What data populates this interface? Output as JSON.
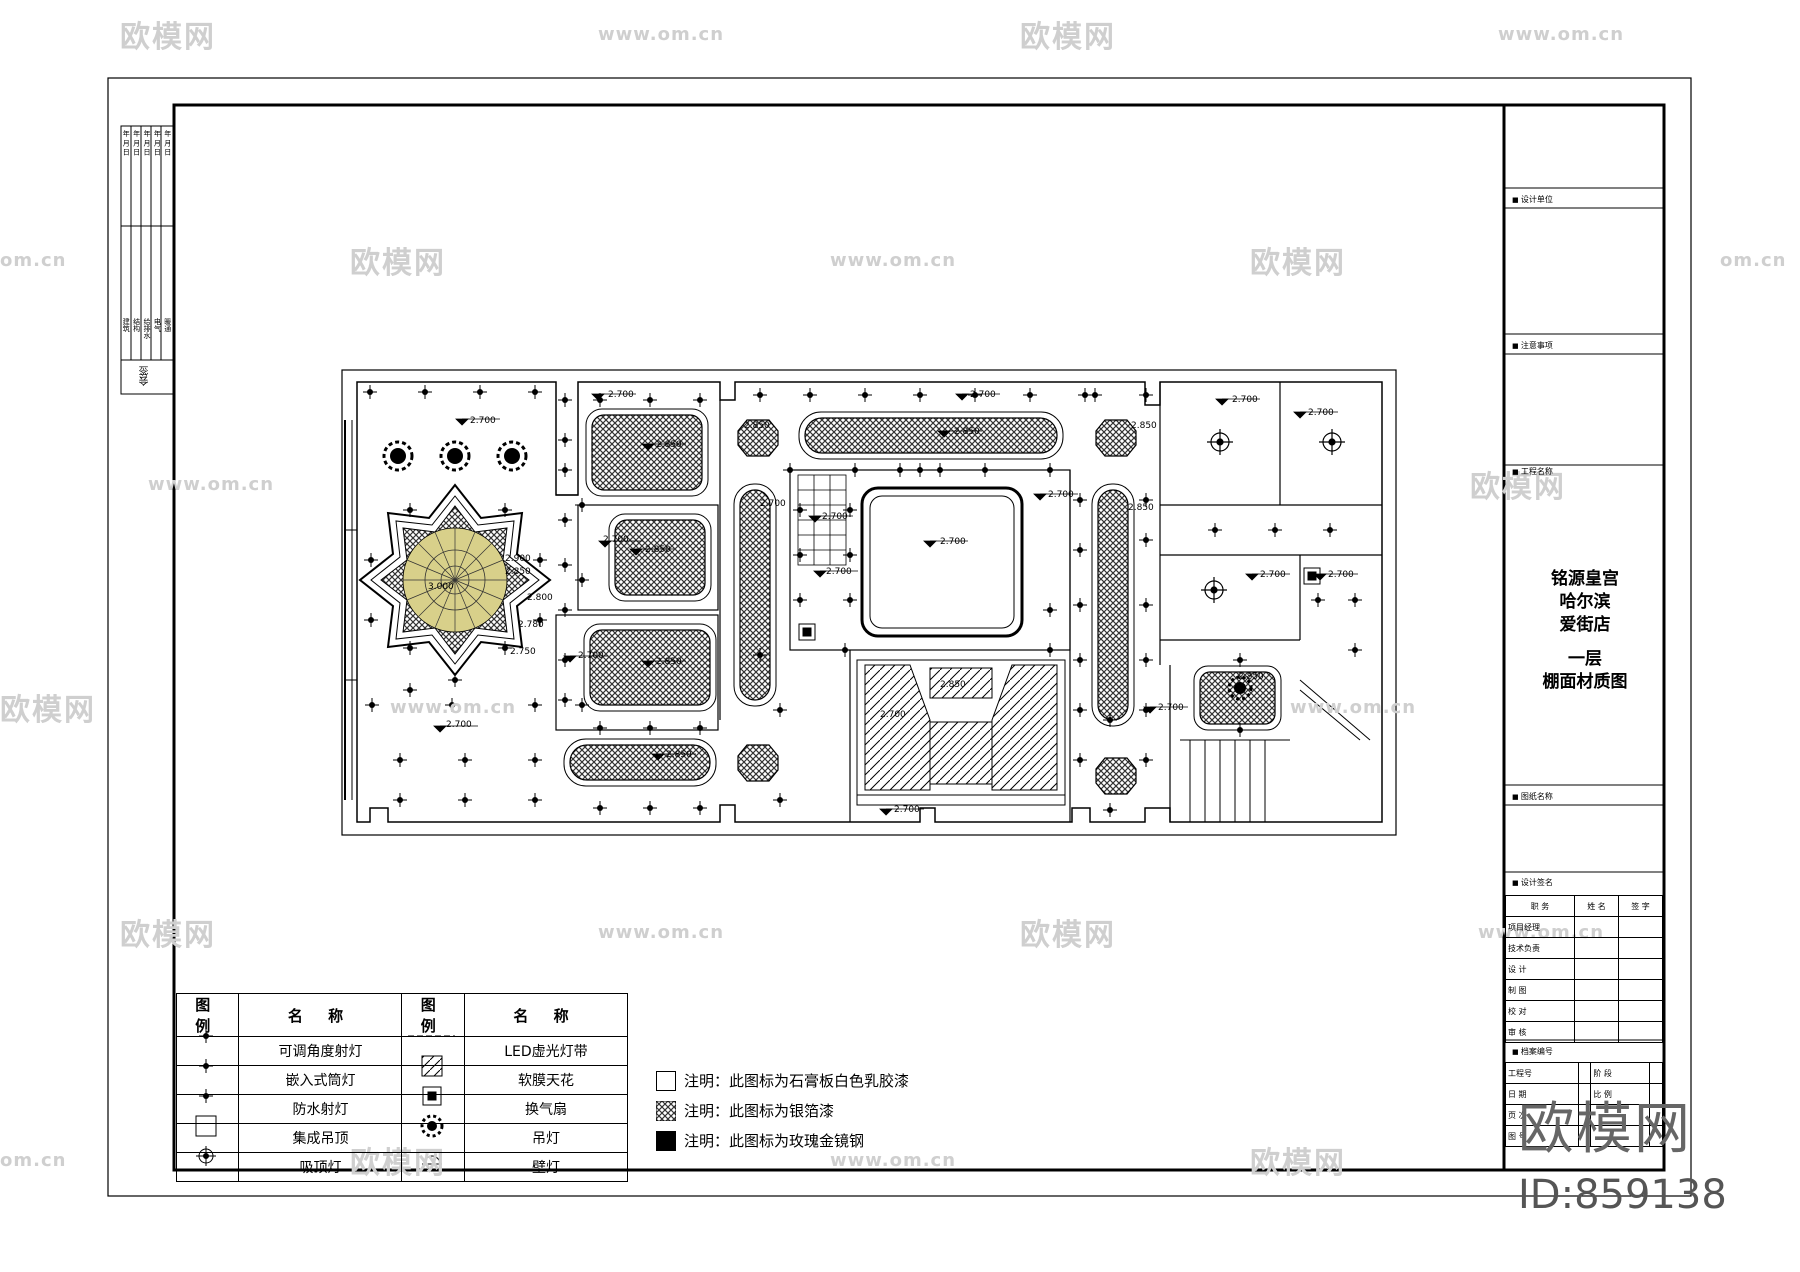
{
  "watermarks": {
    "brand": "欧模网",
    "url": "www.om.cn",
    "url_short": "om.cn",
    "id": "ID:859138"
  },
  "sign_columns": {
    "dates": [
      "年 月 日",
      "年 月 日",
      "年 月 日",
      "年 月 日",
      "年 月 日"
    ],
    "roles": [
      "建筑",
      "结构",
      "给排水",
      "电气",
      "暖通"
    ],
    "label": "会签"
  },
  "elevations": [
    "2.700",
    "2.850",
    "2.900",
    "2.850",
    "3.000",
    "2.800",
    "2.780",
    "2.750",
    "2.700",
    "2.850",
    "2.700",
    "2.850",
    "2.700",
    "2.850",
    "2.700",
    "2.850",
    "2.700",
    "2.850",
    "2.700",
    "2.850",
    "2.700",
    "2.700",
    "2.700",
    "2.700",
    "2.850",
    "2.700",
    "2.700",
    "2.850",
    "2.700",
    "2.850",
    "2.700",
    "2.700",
    "2.700"
  ],
  "legend": {
    "headers": [
      "图 例",
      "名 称",
      "图 例",
      "名 称"
    ],
    "rows": [
      {
        "left_icon": "adjustable-spotlight-icon",
        "left_name": "可调角度射灯",
        "right_icon": "led-strip-icon",
        "right_name": "LED虚光灯带"
      },
      {
        "left_icon": "recessed-downlight-icon",
        "left_name": "嵌入式筒灯",
        "right_icon": "soft-film-ceiling-icon",
        "right_name": "软膜天花"
      },
      {
        "left_icon": "waterproof-spotlight-icon",
        "left_name": "防水射灯",
        "right_icon": "exhaust-fan-icon",
        "right_name": "换气扇"
      },
      {
        "left_icon": "integrated-ceiling-icon",
        "left_name": "集成吊顶",
        "right_icon": "chandelier-icon",
        "right_name": "吊灯"
      },
      {
        "left_icon": "ceiling-light-icon",
        "left_name": "吸顶灯",
        "right_icon": "wall-lamp-icon",
        "right_name": "壁灯"
      }
    ]
  },
  "notes": [
    {
      "swatch": "white",
      "text": "注明：此图标为石膏板白色乳胶漆"
    },
    {
      "swatch": "hatch",
      "text": "注明：此图标为银箔漆"
    },
    {
      "swatch": "black",
      "text": "注明：此图标为玫瑰金镜钢"
    }
  ],
  "title_block": {
    "design_unit": "设计单位",
    "notice": "注意事项",
    "project_name_label": "工程名称",
    "project_lines": [
      "铭源皇宫",
      "哈尔滨",
      "爱街店"
    ],
    "drawing_lines": [
      "一层",
      "棚面材质图"
    ],
    "drawing_name_label": "图纸名称",
    "signature_label": "设计签名",
    "sig_headers": [
      "职 务",
      "姓 名",
      "签 字"
    ],
    "sig_roles": [
      "项目经理",
      "技术负责",
      "设 计",
      "制 图",
      "校 对",
      "审 核"
    ],
    "archive_label": "档案编号",
    "archive_rows": [
      [
        "工程号",
        "",
        "阶 段",
        ""
      ],
      [
        "日 期",
        "",
        "比 例",
        ""
      ],
      [
        "页 次",
        "",
        "",
        ""
      ],
      [
        "图 号",
        "",
        "",
        ""
      ]
    ]
  },
  "colors": {
    "line": "#000000",
    "watermark": "#cfcfcf",
    "chandelier_fill": "#d8d08a",
    "hatch": "#555555"
  }
}
